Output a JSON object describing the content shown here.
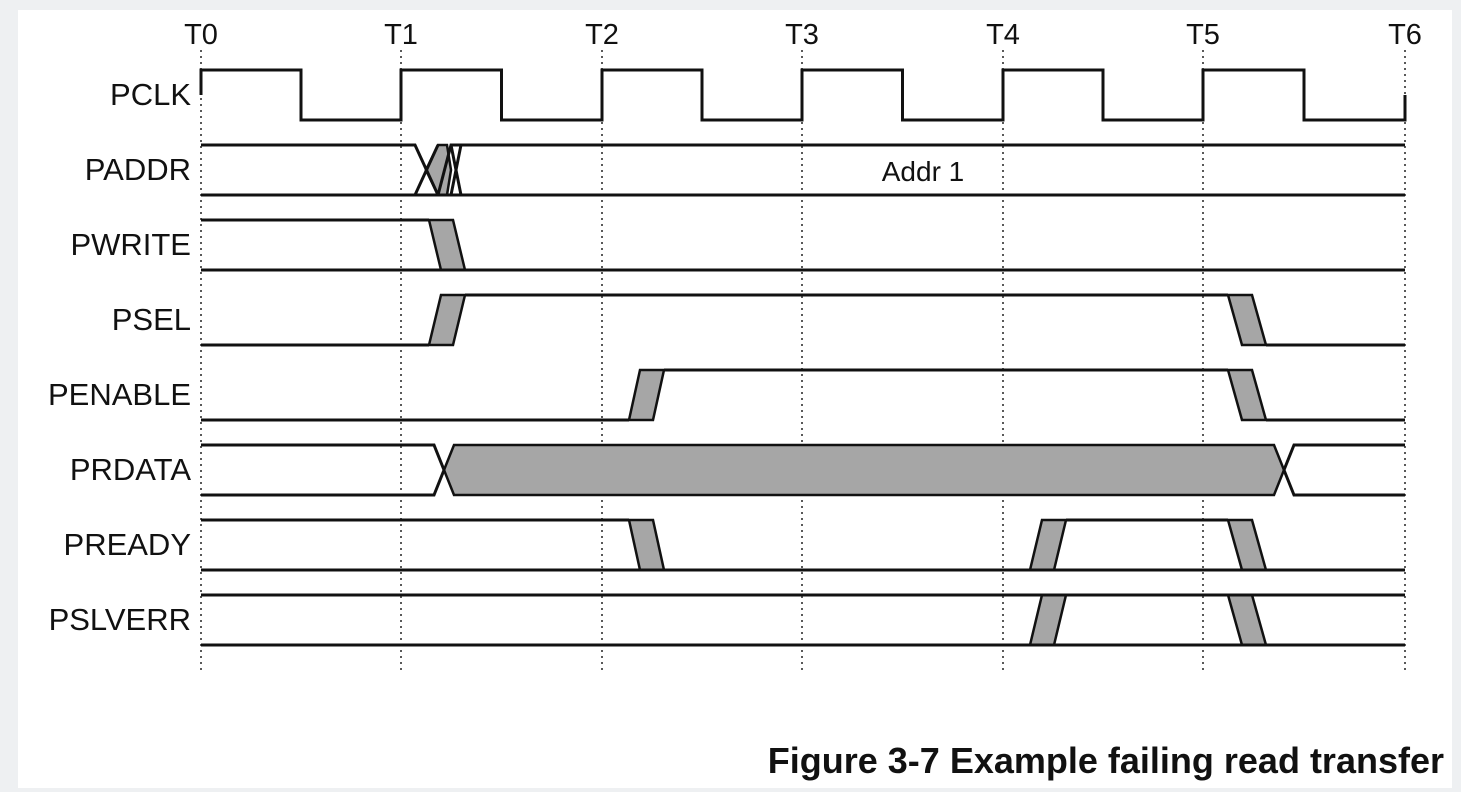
{
  "figure": {
    "caption": "Figure 3-7 Example failing read transfer",
    "ticks": [
      "T0",
      "T1",
      "T2",
      "T3",
      "T4",
      "T5",
      "T6"
    ],
    "signals": [
      {
        "name": "PCLK",
        "kind": "clock"
      },
      {
        "name": "PADDR",
        "kind": "bus",
        "label": "Addr 1"
      },
      {
        "name": "PWRITE",
        "kind": "line"
      },
      {
        "name": "PSEL",
        "kind": "line"
      },
      {
        "name": "PENABLE",
        "kind": "line"
      },
      {
        "name": "PRDATA",
        "kind": "bus"
      },
      {
        "name": "PREADY",
        "kind": "line"
      },
      {
        "name": "PSLVERR",
        "kind": "line"
      }
    ]
  },
  "colors": {
    "line": "#111111",
    "transition_fill": "#a6a6a6",
    "grid": "#222222",
    "background": "#ffffff"
  }
}
